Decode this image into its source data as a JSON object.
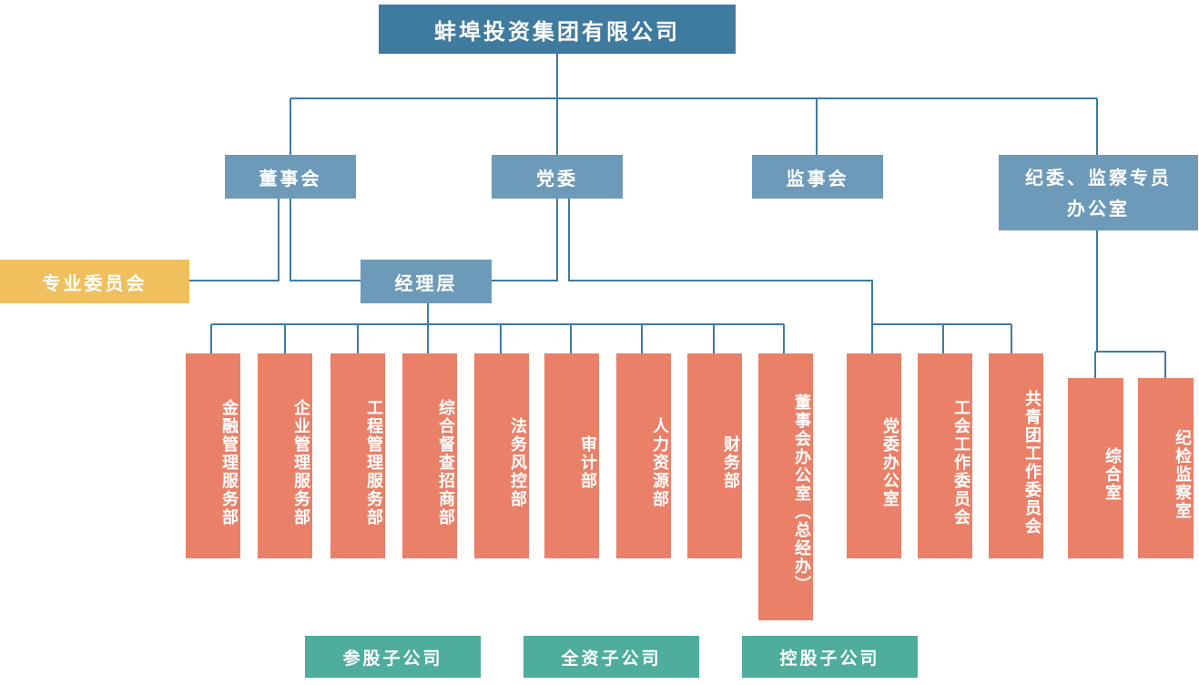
{
  "root": {
    "label": "蚌埠投资集团有限公司"
  },
  "governance": {
    "board": "董事会",
    "party": "党委",
    "supervisors": "监事会",
    "discipline": "纪委、监察专员办公室"
  },
  "committee": {
    "label": "专业委员会"
  },
  "management": {
    "label": "经理层"
  },
  "departments": [
    "金融管理服务部",
    "企业管理服务部",
    "工程管理服务部",
    "综合督查招商部",
    "法务风控部",
    "审计部",
    "人力资源部",
    "财务部",
    "董事会办公室（总经办）"
  ],
  "party_units": [
    "党委办公室",
    "工会工作委员会",
    "共青团工作委员会"
  ],
  "discipline_units": [
    "综合室",
    "纪检监察室"
  ],
  "subsidiaries": [
    "参股子公司",
    "全资子公司",
    "控股子公司"
  ],
  "colors": {
    "root": "#3f7a9f",
    "level": "#6d9ab9",
    "committee": "#f0bf5e",
    "department": "#ea8068",
    "subsidiary": "#4ead9c",
    "connector": "#3f7a9f"
  }
}
